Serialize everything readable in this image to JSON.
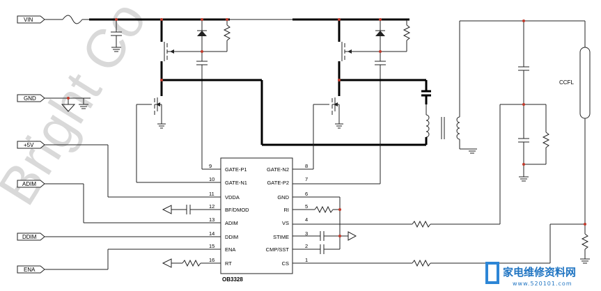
{
  "ports": {
    "vin": "VIN",
    "gnd": "GND",
    "plus5v": "+5V",
    "adim": "ADIM",
    "ddim": "DDIM",
    "ena": "ENA"
  },
  "chip": {
    "name": "OB3328",
    "pins_left": [
      {
        "num": "9",
        "name": "GATE-P1"
      },
      {
        "num": "10",
        "name": "GATE-N1"
      },
      {
        "num": "11",
        "name": "VDDA"
      },
      {
        "num": "12",
        "name": "BF/DMOD"
      },
      {
        "num": "13",
        "name": "ADIM"
      },
      {
        "num": "14",
        "name": "DDIM"
      },
      {
        "num": "15",
        "name": "ENA"
      },
      {
        "num": "16",
        "name": "RT"
      }
    ],
    "pins_right": [
      {
        "num": "8",
        "name": "GATE-N2"
      },
      {
        "num": "7",
        "name": "GATE-P2"
      },
      {
        "num": "6",
        "name": "GND"
      },
      {
        "num": "5",
        "name": "RI"
      },
      {
        "num": "4",
        "name": "VS"
      },
      {
        "num": "3",
        "name": "STIME"
      },
      {
        "num": "2",
        "name": "CMP/SST"
      },
      {
        "num": "1",
        "name": "CS"
      }
    ]
  },
  "lamp_label": "CCFL",
  "watermark": {
    "bg_text": "Bright Co",
    "logo_cn": "家电维修资料网",
    "logo_url": "www.520101.com"
  },
  "colors": {
    "wire": "#222222",
    "bus": "#000000",
    "dot": "#c0392b",
    "watermark": "#cfcfcf",
    "logo": "#1f74c2"
  }
}
